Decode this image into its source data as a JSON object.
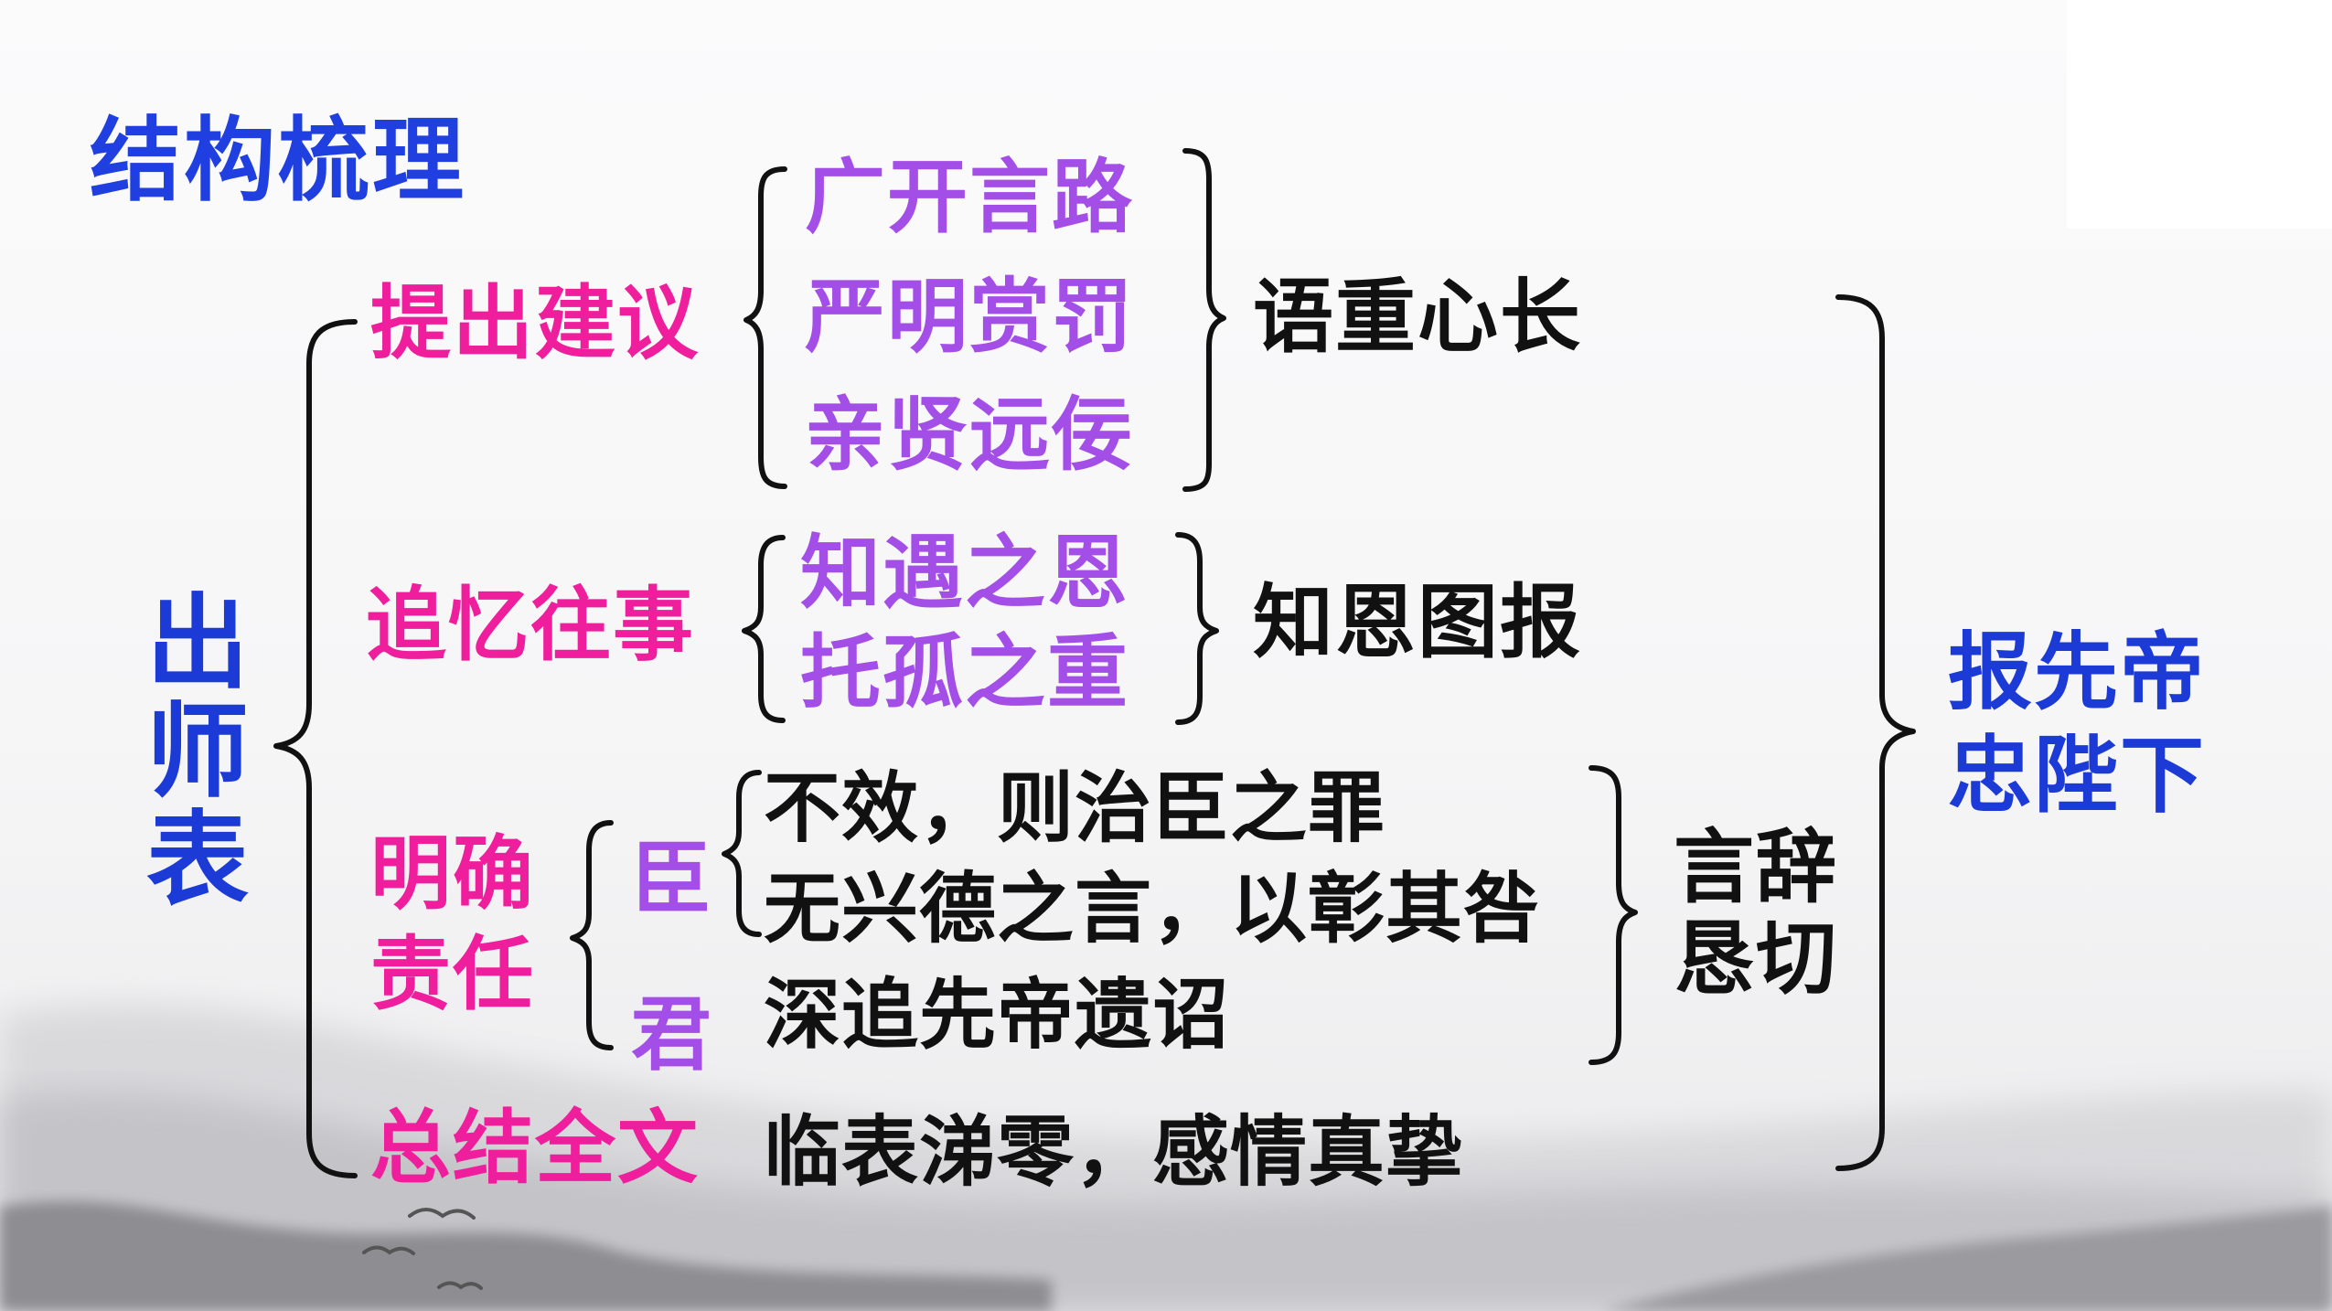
{
  "title": "结构梳理",
  "root": "出师表",
  "sections": {
    "proposal": {
      "label": "提出建议",
      "items": [
        "广开言路",
        "严明赏罚",
        "亲贤远佞"
      ],
      "summary": "语重心长"
    },
    "recall": {
      "label": "追忆往事",
      "items": [
        "知遇之恩",
        "托孤之重"
      ],
      "summary": "知恩图报"
    },
    "duty": {
      "label_line1": "明确",
      "label_line2": "责任",
      "minister": "臣",
      "minister_items": [
        "不效，则治臣之罪",
        "无兴德之言，以彰其咎"
      ],
      "ruler": "君",
      "ruler_item": "深追先帝遗诏",
      "summary_line1": "言辞",
      "summary_line2": "恳切"
    },
    "conclusion": {
      "label": "总结全文",
      "text": "临表涕零，感情真挚"
    }
  },
  "final_line1": "报先帝",
  "final_line2": "忠陛下",
  "colors": {
    "title_blue": "#1f3fe0",
    "label_pink": "#ee1e9c",
    "item_purple": "#a34ee6",
    "text_black": "#111111"
  }
}
